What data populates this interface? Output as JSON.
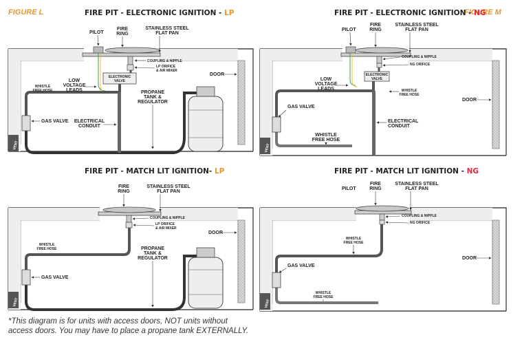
{
  "colors": {
    "accent": "#e8962e",
    "lp": "#e8962e",
    "ng": "#e0293a",
    "pipe": "#555555",
    "hose": "#333333",
    "wall": "#444444"
  },
  "figures": {
    "left": "FIGURE L",
    "right": "FIGURE M"
  },
  "panels": {
    "p1": {
      "title": "FIRE PIT - ELECTRONIC IGNITION - ",
      "fuel": "LP",
      "pilot": "PILOT",
      "fire_ring": [
        "FIRE",
        "RING"
      ],
      "flat_pan": [
        "STAINLESS STEEL",
        "FLAT PAN"
      ],
      "coupling": "COUPLING & NIPPLE",
      "orifice": [
        "LP ORIFICE",
        "& AIR MIXER"
      ],
      "valve": [
        "ELECTRONIC",
        "VALVE"
      ],
      "low_voltage": [
        "LOW",
        "VOLTAGE",
        "LEADS"
      ],
      "whistle": [
        "WHISTLE",
        "FREE HOSE"
      ],
      "gas_valve": "GAS VALVE",
      "conduit": [
        "ELECTRICAL",
        "CONDUIT"
      ],
      "propane": [
        "PROPANE",
        "TANK &",
        "REGULATOR"
      ],
      "door": "DOOR",
      "vent": "VENT"
    },
    "p2": {
      "title": "FIRE PIT - ELECTRONIC IGNITION - ",
      "fuel": "NG",
      "pilot": "PILOT",
      "fire_ring": [
        "FIRE",
        "RING"
      ],
      "flat_pan": [
        "STAINLESS STEEL",
        "FLAT PAN"
      ],
      "coupling": "COUPLING & NIPPLE",
      "orifice": "NG ORIFICE",
      "valve": [
        "ELECTRONIC",
        "VALVE"
      ],
      "low_voltage": [
        "LOW",
        "VOLTAGE",
        "LEADS"
      ],
      "whistle_small": [
        "WHISTLE",
        "FREE HOSE"
      ],
      "gas_valve": "GAS VALVE",
      "conduit": [
        "ELECTRICAL",
        "CONDUIT"
      ],
      "whistle_big": [
        "WHISTLE",
        "FREE HOSE"
      ],
      "door": "DOOR",
      "vent": "VENT"
    },
    "p3": {
      "title": "FIRE PIT - MATCH LIT IGNITION- ",
      "fuel": "LP",
      "fire_ring": [
        "FIRE",
        "RING"
      ],
      "flat_pan": [
        "STAINLESS STEEL",
        "FLAT PAN"
      ],
      "coupling": "COUPLING & NIPPLE",
      "orifice": [
        "LP ORIFICE",
        "& AIR MIXER"
      ],
      "whistle": [
        "WHISTLE",
        "FREE HOSE"
      ],
      "gas_valve": "GAS VALVE",
      "propane": [
        "PROPANE",
        "TANK &",
        "REGULATOR"
      ],
      "door": "DOOR",
      "vent": "VENT"
    },
    "p4": {
      "title": "FIRE PIT - MATCH LIT IGNITION - ",
      "fuel": "NG",
      "pilot": "PILOT",
      "fire_ring": [
        "FIRE",
        "RING"
      ],
      "flat_pan": [
        "STAINLESS STEEL",
        "FLAT PAN"
      ],
      "coupling": "COUPLING & NIPPLE",
      "orifice": "NG ORIFICE",
      "whistle_top": [
        "WHISTLE",
        "FREE HOSE"
      ],
      "gas_valve": "GAS VALVE",
      "whistle_bottom": [
        "WHISTLE",
        "FREE HOSE"
      ],
      "door": "DOOR",
      "vent": "VENT"
    }
  },
  "footnote": [
    "*This diagram is for units with access doors, NOT units without",
    "access doors. You may have to place a propane tank EXTERNALLY."
  ]
}
